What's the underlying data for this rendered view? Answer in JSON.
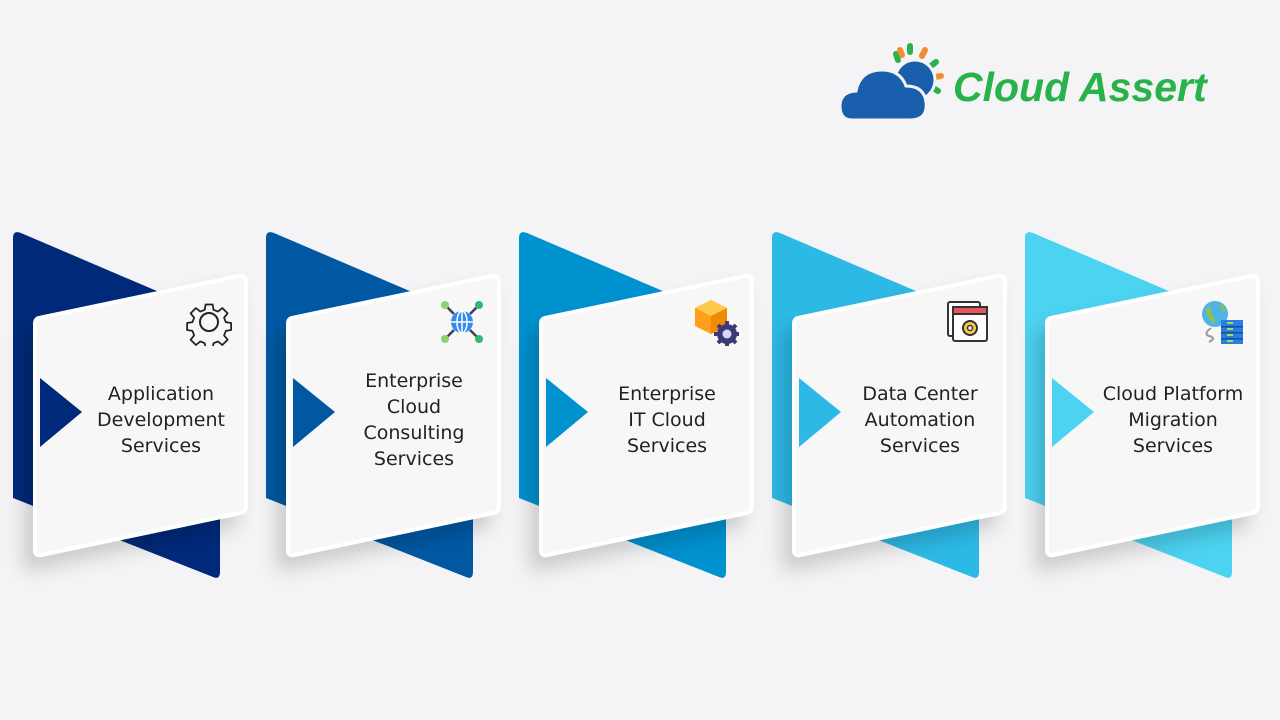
{
  "logo": {
    "text": "Cloud Assert",
    "colors": {
      "cloud": "#1a5fae",
      "text": "#27b24a",
      "rays_green": "#27b24a",
      "rays_orange": "#f28c2e"
    }
  },
  "services": [
    {
      "label": "Application Development Services",
      "lines": [
        "Application",
        "Development",
        "Services"
      ],
      "color": "#00297a",
      "icon": "gear-icon"
    },
    {
      "label": "Enterprise Cloud Consulting Services",
      "lines": [
        "Enterprise",
        "Cloud",
        "Consulting",
        "Services"
      ],
      "color": "#0058a3",
      "icon": "network-globe-icon"
    },
    {
      "label": "Enterprise IT Cloud Services",
      "lines": [
        "Enterprise",
        "IT Cloud",
        "Services"
      ],
      "color": "#0091cf",
      "icon": "cube-gear-icon"
    },
    {
      "label": "Data Center Automation Services",
      "lines": [
        "Data Center",
        "Automation",
        "Services"
      ],
      "color": "#2db9e6",
      "icon": "window-gear-icon"
    },
    {
      "label": "Cloud Platform Migration Services",
      "lines": [
        "Cloud Platform",
        "Migration",
        "Services"
      ],
      "color": "#4cd3f1",
      "icon": "globe-server-icon"
    }
  ]
}
